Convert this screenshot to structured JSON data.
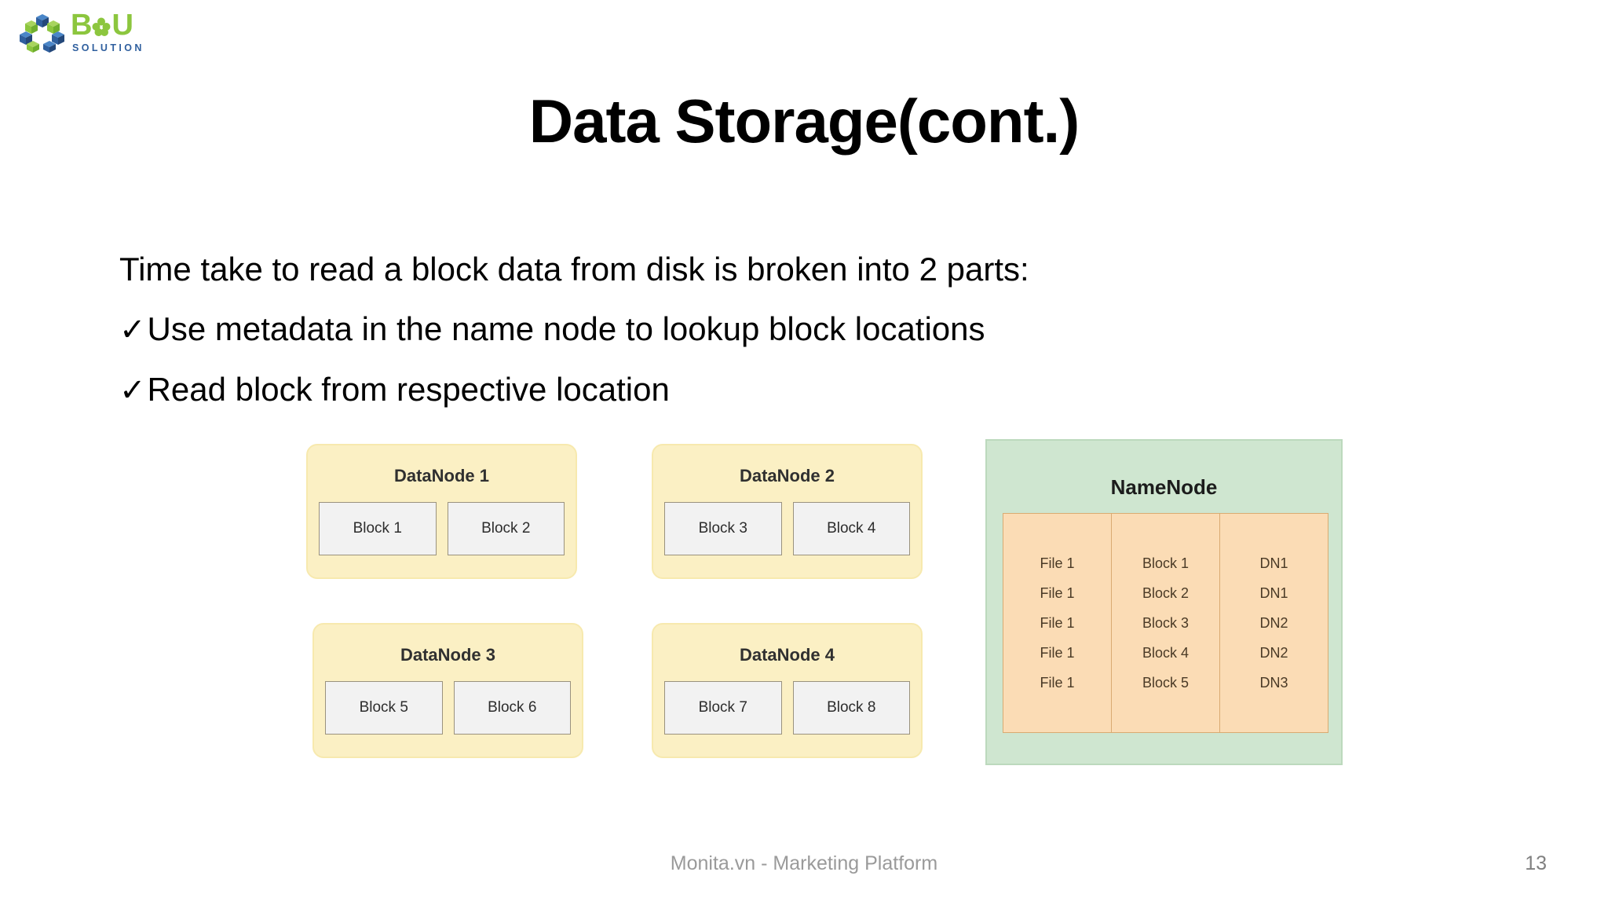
{
  "logo": {
    "wordmark_b": "B",
    "wordmark_u": "U",
    "subtitle": "SOLUTION",
    "green": "#8cc63e",
    "blue": "#2f5f9e"
  },
  "slide": {
    "title": "Data Storage(cont.)",
    "body_lines": [
      {
        "check": "",
        "text": "Time take to read a block data from disk is broken into 2 parts:"
      },
      {
        "check": "✓",
        "text": "Use metadata in the name node to lookup block locations"
      },
      {
        "check": "✓",
        "text": "Read block from respective location"
      }
    ],
    "footer": "Monita.vn - Marketing Platform",
    "page_number": "13"
  },
  "diagram": {
    "datanodes": [
      {
        "title": "DataNode 1",
        "blocks": [
          "Block 1",
          "Block 2"
        ]
      },
      {
        "title": "DataNode 2",
        "blocks": [
          "Block 3",
          "Block 4"
        ]
      },
      {
        "title": "DataNode 3",
        "blocks": [
          "Block 5",
          "Block 6"
        ]
      },
      {
        "title": "DataNode 4",
        "blocks": [
          "Block 7",
          "Block 8"
        ]
      }
    ],
    "namenode": {
      "title": "NameNode",
      "columns": {
        "file": [
          "File 1",
          "File 1",
          "File 1",
          "File 1",
          "File 1"
        ],
        "block": [
          "Block 1",
          "Block 2",
          "Block 3",
          "Block 4",
          "Block 5"
        ],
        "datanode": [
          "DN1",
          "DN1",
          "DN2",
          "DN2",
          "DN3"
        ]
      }
    },
    "colors": {
      "datanode_fill": "#fbf0c4",
      "datanode_border": "#f7e9ae",
      "block_fill": "#f2f2f2",
      "block_border": "#9a927e",
      "namenode_fill": "#cfe6d0",
      "namenode_border": "#bcd9bd",
      "table_fill": "#fbdcb5",
      "table_border": "#d9ab72"
    }
  }
}
